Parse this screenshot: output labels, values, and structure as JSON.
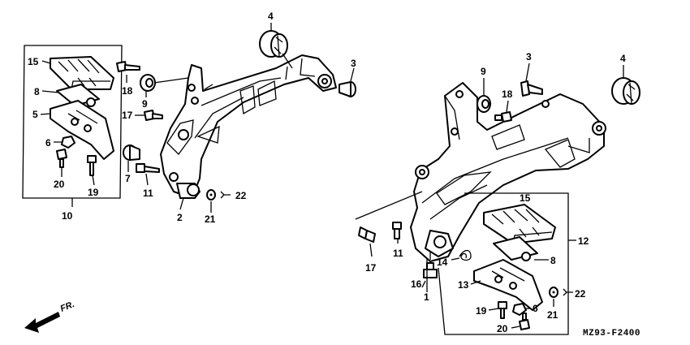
{
  "diagram": {
    "code": "MZ93-F2400",
    "direction_label": "FR.",
    "callouts": [
      {
        "id": "c-4a",
        "label": "4"
      },
      {
        "id": "c-3a",
        "label": "3"
      },
      {
        "id": "c-15a",
        "label": "15"
      },
      {
        "id": "c-18a",
        "label": "18"
      },
      {
        "id": "c-9a",
        "label": "9"
      },
      {
        "id": "c-8a",
        "label": "8"
      },
      {
        "id": "c-5a",
        "label": "5"
      },
      {
        "id": "c-17a",
        "label": "17"
      },
      {
        "id": "c-6a",
        "label": "6"
      },
      {
        "id": "c-7a",
        "label": "7"
      },
      {
        "id": "c-11a",
        "label": "11"
      },
      {
        "id": "c-20a",
        "label": "20"
      },
      {
        "id": "c-19a",
        "label": "19"
      },
      {
        "id": "c-10",
        "label": "10"
      },
      {
        "id": "c-2",
        "label": "2"
      },
      {
        "id": "c-21a",
        "label": "21"
      },
      {
        "id": "c-22a",
        "label": "22"
      },
      {
        "id": "c-9b",
        "label": "9"
      },
      {
        "id": "c-3b",
        "label": "3"
      },
      {
        "id": "c-4b",
        "label": "4"
      },
      {
        "id": "c-18b",
        "label": "18"
      },
      {
        "id": "c-15b",
        "label": "15"
      },
      {
        "id": "c-12",
        "label": "12"
      },
      {
        "id": "c-17b",
        "label": "17"
      },
      {
        "id": "c-11b",
        "label": "11"
      },
      {
        "id": "c-14",
        "label": "14"
      },
      {
        "id": "c-8b",
        "label": "8"
      },
      {
        "id": "c-16",
        "label": "16"
      },
      {
        "id": "c-1",
        "label": "1"
      },
      {
        "id": "c-13",
        "label": "13"
      },
      {
        "id": "c-22b",
        "label": "22"
      },
      {
        "id": "c-21b",
        "label": "21"
      },
      {
        "id": "c-19b",
        "label": "19"
      },
      {
        "id": "c-6b",
        "label": "6"
      },
      {
        "id": "c-20b",
        "label": "20"
      }
    ]
  }
}
